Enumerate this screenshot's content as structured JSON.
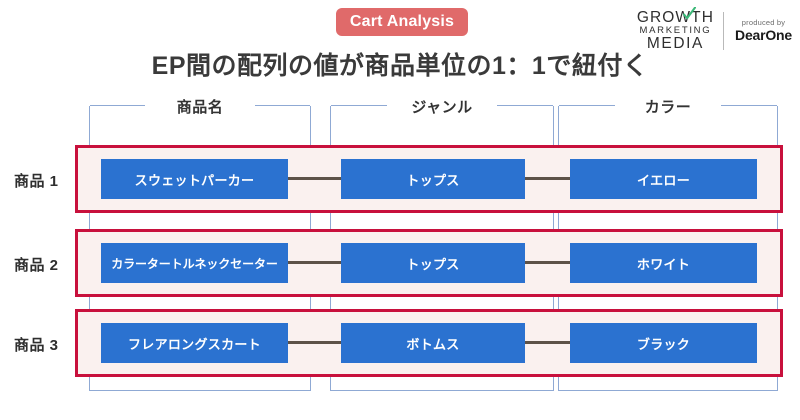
{
  "header": {
    "badge_label": "Cart Analysis",
    "title": "EP間の配列の値が商品単位の1：1で紐付く",
    "badge_color": "#e06a6a",
    "title_color": "#3a3a3a"
  },
  "logo": {
    "line1": "GROWTH",
    "line2": "MARKETING",
    "line3": "MEDIA",
    "produced_by": "produced by",
    "brand": "DearOne",
    "check_color": "#3cb878"
  },
  "diagram": {
    "columns": [
      {
        "label": "商品名"
      },
      {
        "label": "ジャンル"
      },
      {
        "label": "カラー"
      }
    ],
    "rows": [
      {
        "label": "商品 1",
        "cells": [
          "スウェットパーカー",
          "トップス",
          "イエロー"
        ]
      },
      {
        "label": "商品 2",
        "cells": [
          "カラータートルネックセーター",
          "トップス",
          "ホワイト"
        ]
      },
      {
        "label": "商品 3",
        "cells": [
          "フレアロングスカート",
          "ボトムス",
          "ブラック"
        ]
      }
    ],
    "colors": {
      "cell_fill": "#2b72d0",
      "cell_text": "#ffffff",
      "row_border": "#c8103c",
      "row_fill": "#faf1ef",
      "column_bracket": "#8fa9d4",
      "connector": "#5d5248"
    }
  }
}
